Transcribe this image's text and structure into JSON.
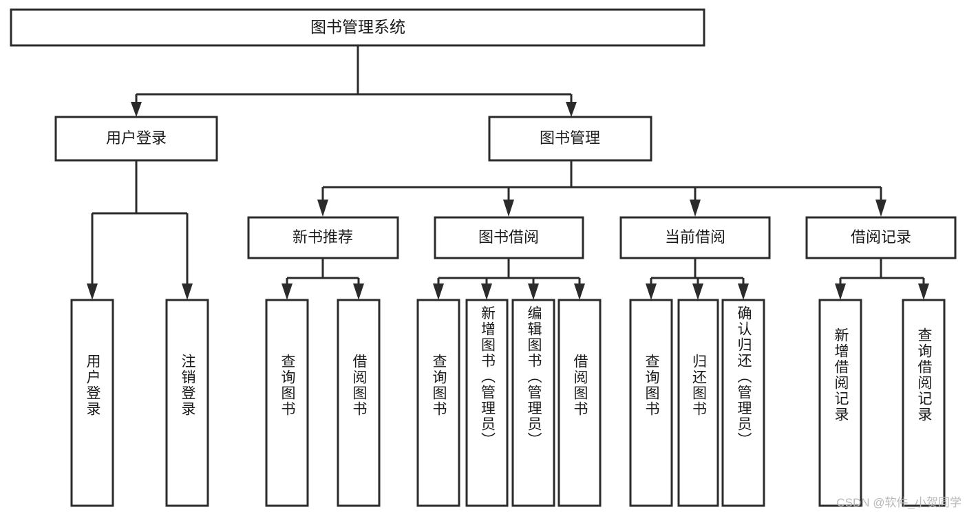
{
  "diagram": {
    "type": "tree-hierarchy-flowchart",
    "orientation": "top-down",
    "root": {
      "id": "root",
      "label": "图书管理系统"
    },
    "level2": [
      {
        "id": "user-login",
        "label": "用户登录"
      },
      {
        "id": "book-management",
        "label": "图书管理"
      }
    ],
    "level3": [
      {
        "id": "new-book-recommend",
        "label": "新书推荐",
        "parent": "book-management"
      },
      {
        "id": "book-borrow",
        "label": "图书借阅",
        "parent": "book-management"
      },
      {
        "id": "current-borrow",
        "label": "当前借阅",
        "parent": "book-management"
      },
      {
        "id": "borrow-record",
        "label": "借阅记录",
        "parent": "book-management"
      }
    ],
    "leaves": [
      {
        "id": "leaf-user-login",
        "label": "用户登录",
        "parent": "user-login"
      },
      {
        "id": "leaf-logout-login",
        "label": "注销登录",
        "parent": "user-login"
      },
      {
        "id": "leaf-query-book-1",
        "label": "查询图书",
        "parent": "new-book-recommend"
      },
      {
        "id": "leaf-borrow-book-1",
        "label": "借阅图书",
        "parent": "new-book-recommend"
      },
      {
        "id": "leaf-query-book-2",
        "label": "查询图书",
        "parent": "book-borrow"
      },
      {
        "id": "leaf-add-book",
        "label": "新增图书（管理员）",
        "parent": "book-borrow"
      },
      {
        "id": "leaf-edit-book",
        "label": "编辑图书（管理员）",
        "parent": "book-borrow"
      },
      {
        "id": "leaf-borrow-book-2",
        "label": "借阅图书",
        "parent": "book-borrow"
      },
      {
        "id": "leaf-query-book-3",
        "label": "查询图书",
        "parent": "current-borrow"
      },
      {
        "id": "leaf-return-book",
        "label": "归还图书",
        "parent": "current-borrow"
      },
      {
        "id": "leaf-confirm-return",
        "label": "确认归还（管理员）",
        "parent": "current-borrow"
      },
      {
        "id": "leaf-add-record",
        "label": "新增借阅记录",
        "parent": "borrow-record"
      },
      {
        "id": "leaf-query-record",
        "label": "查询借阅记录",
        "parent": "borrow-record"
      }
    ],
    "colors": {
      "node_fill": "#ffffff",
      "node_stroke": "#2b2b2b",
      "text": "#1a1a1a",
      "background": "#ffffff",
      "watermark": "#b9b9b9"
    }
  },
  "watermark": {
    "text": "CSDN @软件_小贺同学"
  }
}
